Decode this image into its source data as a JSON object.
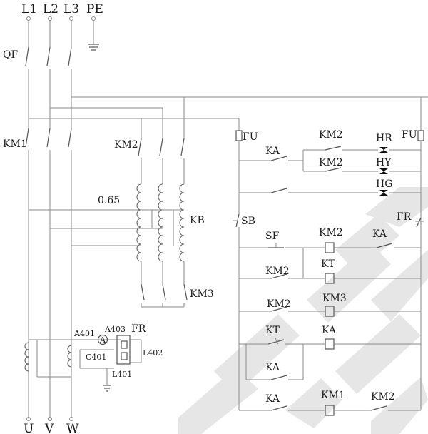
{
  "terminals": {
    "top": [
      "L1",
      "L2",
      "L3",
      "PE"
    ],
    "bottom": [
      "U",
      "V",
      "W"
    ]
  },
  "labels": {
    "qf": "QF",
    "km1_main": "KM1",
    "km2_main": "KM2",
    "ratio": "0.65",
    "kb": "KB",
    "km3_main": "KM3",
    "fu_left": "FU",
    "fu_right": "FU",
    "ka_top": "KA",
    "km2_top": "KM2",
    "km2_second": "KM2",
    "km1_ctrl": "KM1",
    "hr": "HR",
    "hy": "HY",
    "hg": "HG",
    "fr_ctrl": "FR",
    "sb": "SB",
    "sf": "SF",
    "km2_coil": "KM2",
    "ka_coil_top": "KA",
    "km2_row4": "KM2",
    "kt_row4": "KT",
    "km2_row5": "KM2",
    "km3_row5": "KM3",
    "kt_row6": "KT",
    "ka_row6": "KA",
    "ka_row7": "KA",
    "ka_row8": "KA",
    "km1_row8": "KM1",
    "km2_row8": "KM2",
    "a401": "A401",
    "a403": "A403",
    "fr_meter": "FR",
    "ammeter": "A",
    "c401": "C401",
    "l402": "L402",
    "l401": "L401"
  }
}
